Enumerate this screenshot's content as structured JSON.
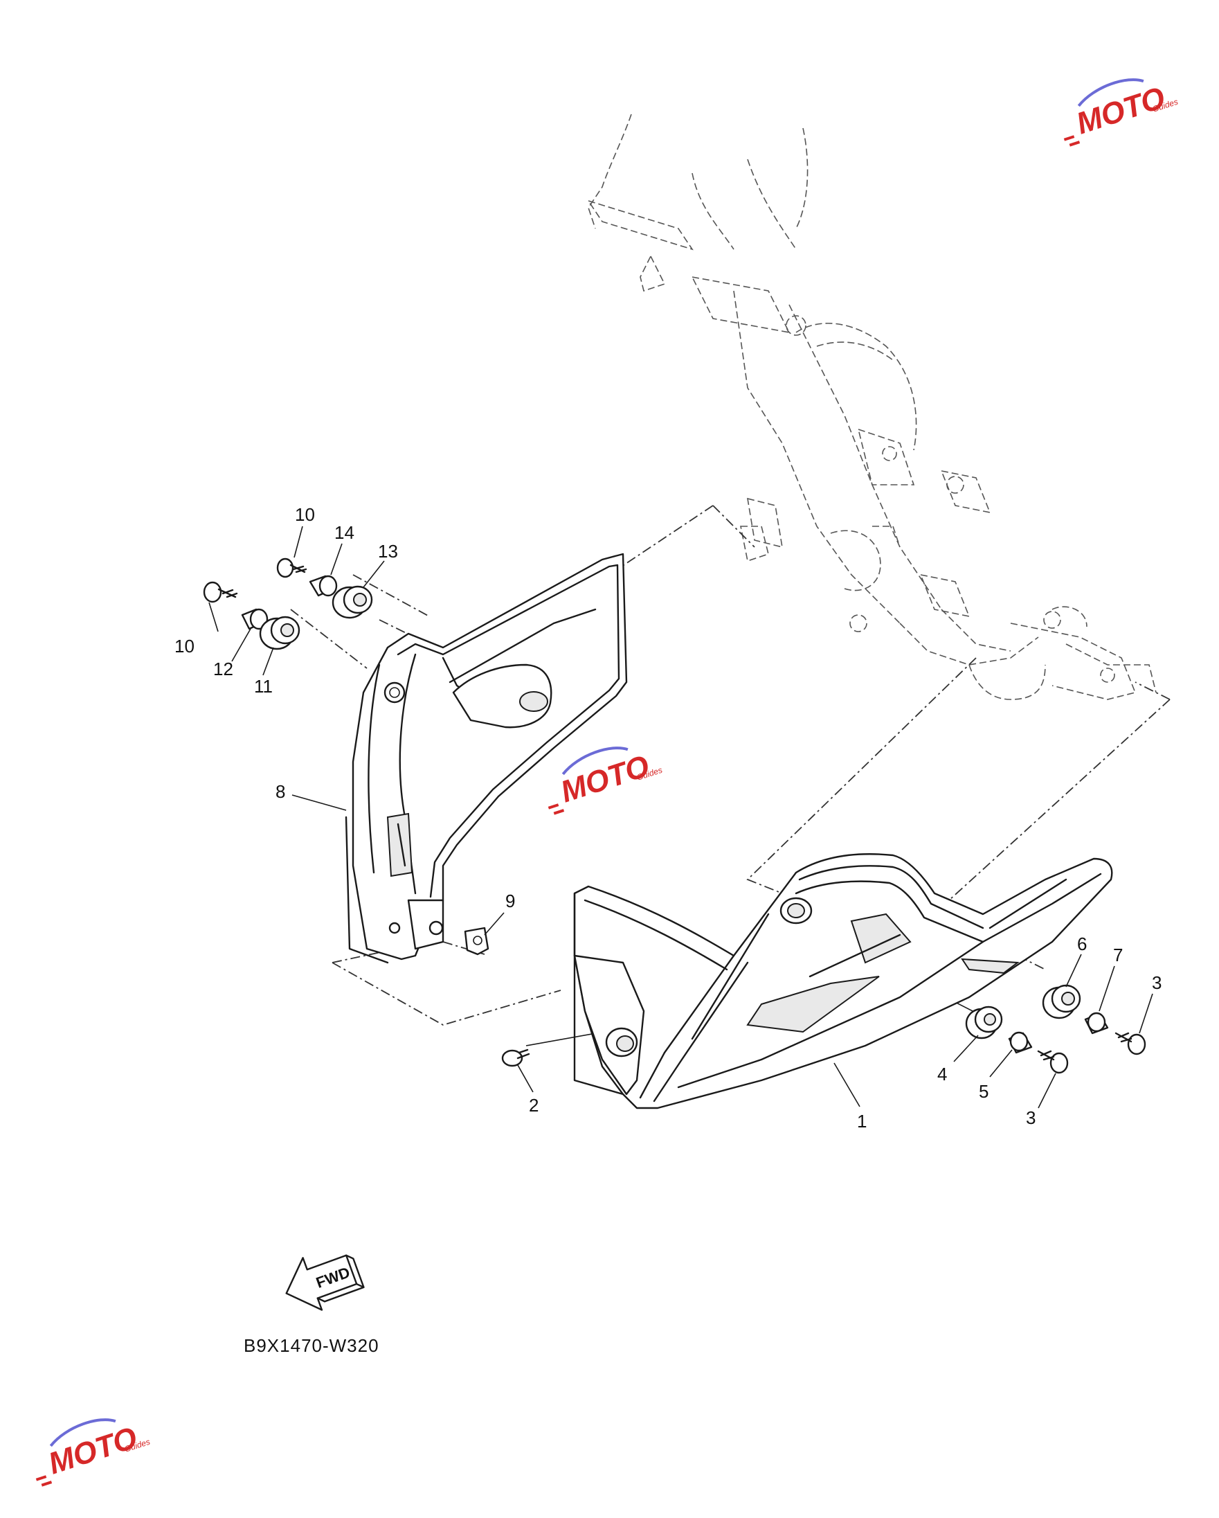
{
  "diagram": {
    "callouts": [
      "1",
      "2",
      "3",
      "3",
      "4",
      "5",
      "6",
      "7",
      "8",
      "9",
      "10",
      "10",
      "11",
      "12",
      "13",
      "14"
    ],
    "drawing_code": "B9X1470-W320",
    "direction_label": "FWD",
    "watermark": {
      "brand": "MOTO",
      "sub": "Guides",
      "color": "#d62828"
    }
  }
}
